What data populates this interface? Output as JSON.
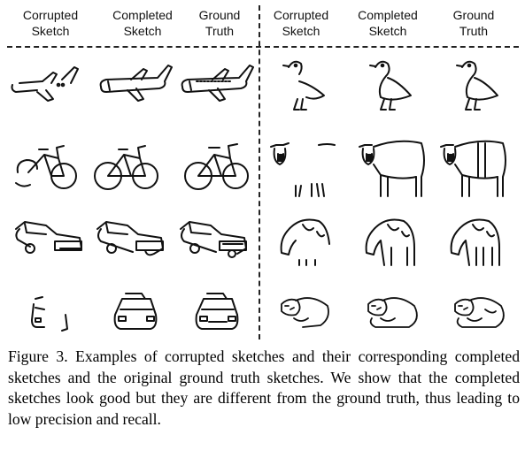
{
  "headers": [
    {
      "line1": "Corrupted",
      "line2": "Sketch"
    },
    {
      "line1": "Completed",
      "line2": "Sketch"
    },
    {
      "line1": "Ground",
      "line2": "Truth"
    },
    {
      "line1": "Corrupted",
      "line2": "Sketch"
    },
    {
      "line1": "Completed",
      "line2": "Sketch"
    },
    {
      "line1": "Ground",
      "line2": "Truth"
    }
  ],
  "rows": [
    {
      "left": "airplane-sketch",
      "right": "bird-sketch"
    },
    {
      "left": "bicycle-sketch",
      "right": "cow-sketch"
    },
    {
      "left": "car-sketch",
      "right": "grazing-animal-sketch"
    },
    {
      "left": "car-front-sketch",
      "right": "dog-sketch"
    }
  ],
  "caption": "Figure 3. Examples of corrupted sketches and their corresponding completed sketches and the original ground truth sketches.  We show that the completed sketches look good but they are different from the ground truth, thus leading to low precision and recall."
}
